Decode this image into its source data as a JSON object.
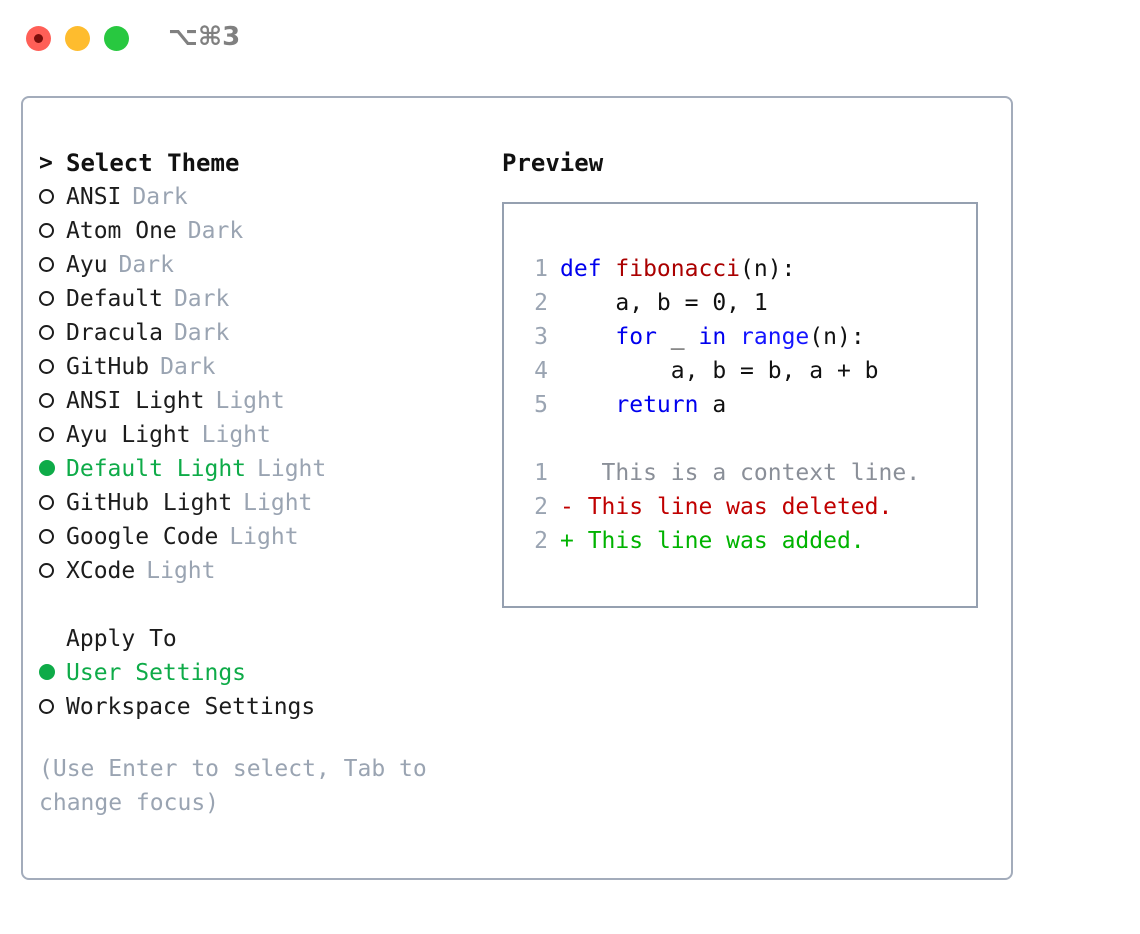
{
  "titlebar": {
    "shortcut": "⌥⌘3",
    "buttons": [
      {
        "name": "close",
        "color": "#ff5f57"
      },
      {
        "name": "minimize",
        "color": "#febc2e"
      },
      {
        "name": "maximize",
        "color": "#28c840"
      }
    ]
  },
  "colors": {
    "accent_green": "#0eab48",
    "muted": "#9aa4b2",
    "border": "#a3acbb",
    "diff_added": "#00b300",
    "diff_deleted": "#c00000",
    "keyword_blue": "#0000ee",
    "function_red": "#aa0000"
  },
  "theme_picker": {
    "heading_marker": ">",
    "heading": "Select Theme",
    "items": [
      {
        "marker": "○",
        "label": "ANSI",
        "category": "Dark",
        "selected": false
      },
      {
        "marker": "○",
        "label": "Atom One",
        "category": "Dark",
        "selected": false
      },
      {
        "marker": "○",
        "label": "Ayu",
        "category": "Dark",
        "selected": false
      },
      {
        "marker": "○",
        "label": "Default",
        "category": "Dark",
        "selected": false
      },
      {
        "marker": "○",
        "label": "Dracula",
        "category": "Dark",
        "selected": false
      },
      {
        "marker": "○",
        "label": "GitHub",
        "category": "Dark",
        "selected": false
      },
      {
        "marker": "○",
        "label": "ANSI Light",
        "category": "Light",
        "selected": false
      },
      {
        "marker": "○",
        "label": "Ayu Light",
        "category": "Light",
        "selected": false
      },
      {
        "marker": "●",
        "label": "Default Light",
        "category": "Light",
        "selected": true
      },
      {
        "marker": "○",
        "label": "GitHub Light",
        "category": "Light",
        "selected": false
      },
      {
        "marker": "○",
        "label": "Google Code",
        "category": "Light",
        "selected": false
      },
      {
        "marker": "○",
        "label": "XCode",
        "category": "Light",
        "selected": false
      }
    ]
  },
  "apply_to": {
    "label": "Apply To",
    "options": [
      {
        "marker": "●",
        "label": "User Settings",
        "selected": true
      },
      {
        "marker": "○",
        "label": "Workspace Settings",
        "selected": false
      }
    ]
  },
  "hint": "(Use Enter to select, Tab to change focus)",
  "preview": {
    "title": "Preview",
    "code_lines": [
      {
        "num": "1",
        "tokens": [
          {
            "t": "def ",
            "k": "kw"
          },
          {
            "t": "fibonacci",
            "k": "fn"
          },
          {
            "t": "(n):",
            "k": "plain"
          }
        ]
      },
      {
        "num": "2",
        "tokens": [
          {
            "t": "    a, b = 0, 1",
            "k": "plain"
          }
        ]
      },
      {
        "num": "3",
        "tokens": [
          {
            "t": "    ",
            "k": "plain"
          },
          {
            "t": "for",
            "k": "kw"
          },
          {
            "t": " _ ",
            "k": "plain"
          },
          {
            "t": "in",
            "k": "kw"
          },
          {
            "t": " ",
            "k": "plain"
          },
          {
            "t": "range",
            "k": "call"
          },
          {
            "t": "(n):",
            "k": "plain"
          }
        ]
      },
      {
        "num": "4",
        "tokens": [
          {
            "t": "        a, b = b, a + b",
            "k": "plain"
          }
        ]
      },
      {
        "num": "5",
        "tokens": [
          {
            "t": "    ",
            "k": "plain"
          },
          {
            "t": "return",
            "k": "kw"
          },
          {
            "t": " a",
            "k": "plain"
          }
        ]
      }
    ],
    "diff_lines": [
      {
        "num": "1",
        "sign": " ",
        "text": "  This is a context line.",
        "kind": "context"
      },
      {
        "num": "2",
        "sign": "-",
        "text": " This line was deleted.",
        "kind": "deleted"
      },
      {
        "num": "2",
        "sign": "+",
        "text": " This line was added.",
        "kind": "added"
      }
    ]
  }
}
